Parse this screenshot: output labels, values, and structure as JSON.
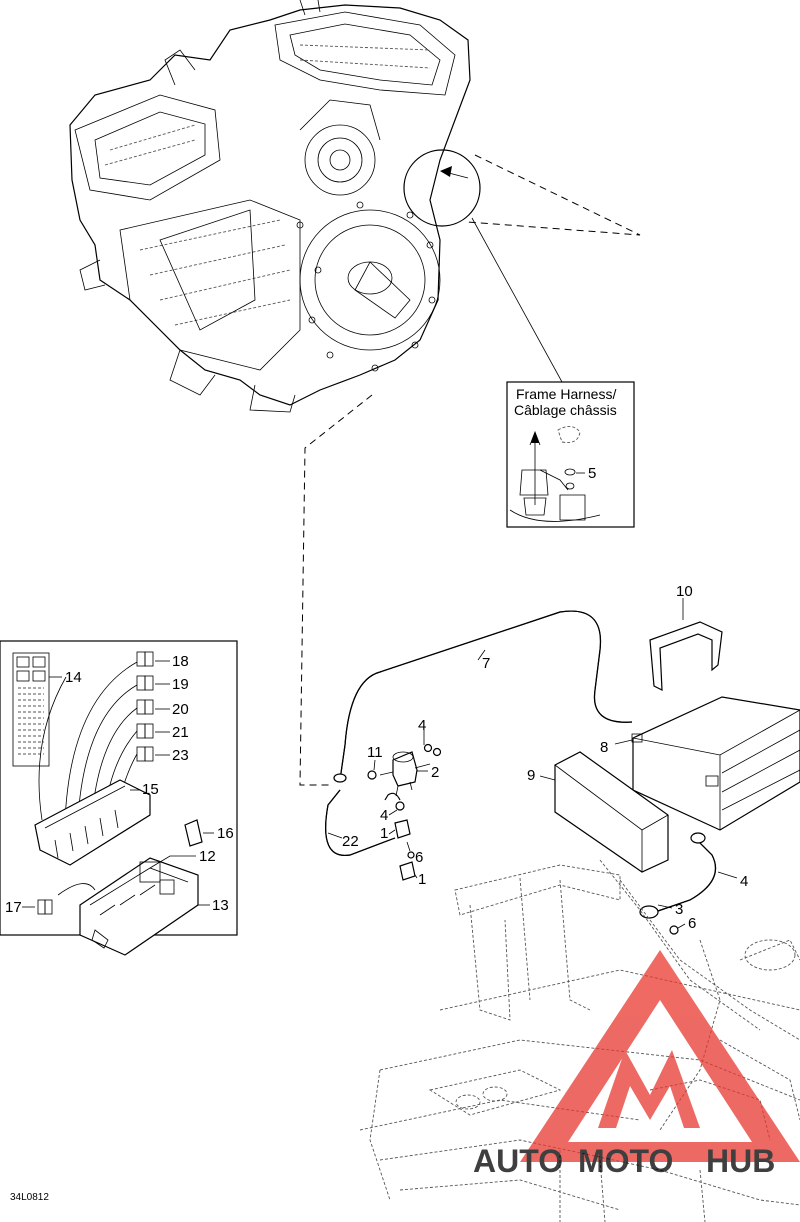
{
  "diagram_id": "34L0812",
  "inset": {
    "title_line1": "Frame Harness/",
    "title_line2": "Câblage châssis",
    "callout": "5"
  },
  "callouts": {
    "c1a": "1",
    "c1b": "1",
    "c2": "2",
    "c3": "3",
    "c4a": "4",
    "c4b": "4",
    "c4c": "4",
    "c5": "5",
    "c6a": "6",
    "c6b": "6",
    "c7": "7",
    "c8": "8",
    "c9": "9",
    "c10": "10",
    "c11": "11",
    "c12": "12",
    "c13": "13",
    "c14": "14",
    "c15": "15",
    "c16": "16",
    "c17": "17",
    "c18": "18",
    "c19": "19",
    "c20": "20",
    "c21": "21",
    "c22": "22",
    "c23": "23"
  },
  "watermark": {
    "text_a": "AUTO",
    "text_b": "MOTO",
    "text_c": "HUB",
    "color_red": "#e8382f",
    "color_gray": "#8a8a8a"
  }
}
